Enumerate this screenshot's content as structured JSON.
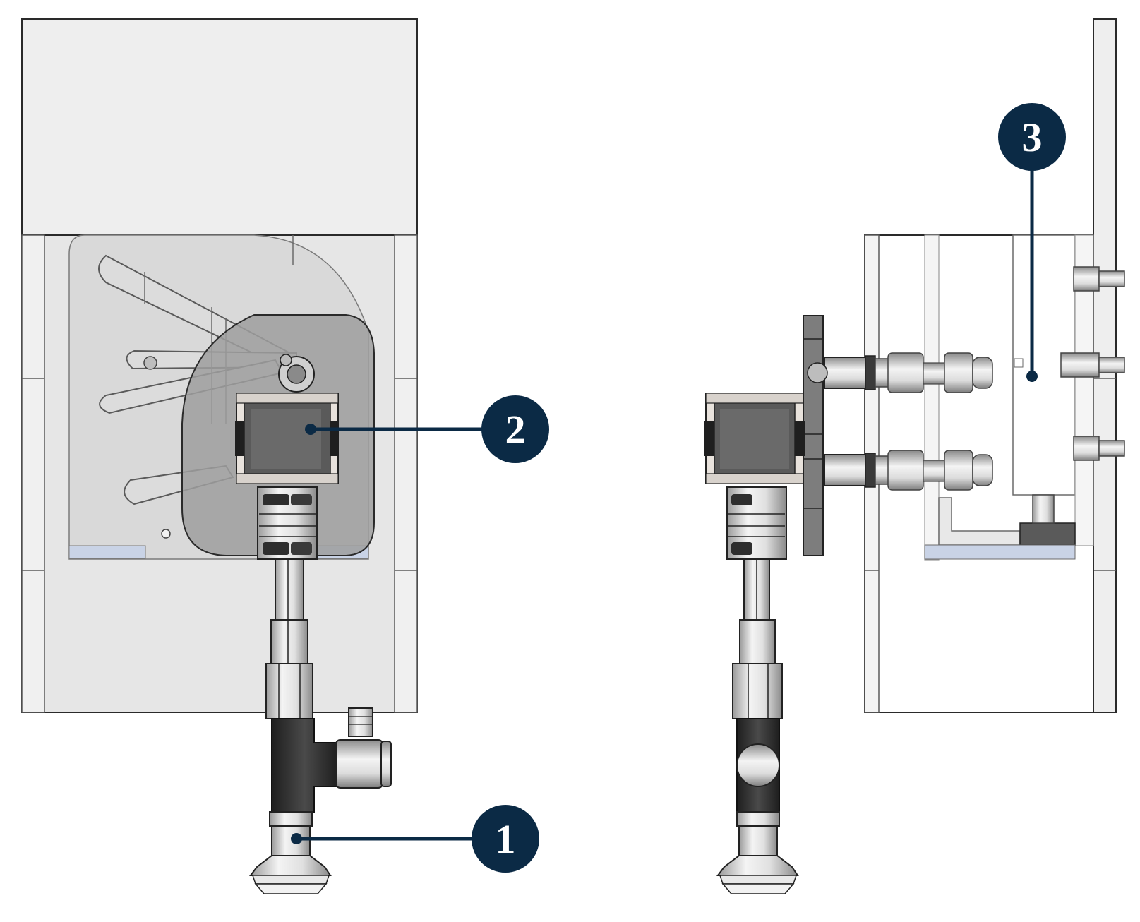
{
  "colors": {
    "callout_fill": "#0b2a45",
    "callout_text": "#ffffff",
    "outline": "#2a2a2a",
    "panel_light": "#eeeeee",
    "panel_mid": "#e3e3e3",
    "plate_grey": "#d6d6d6",
    "bracket_dark": "#9a9a9a",
    "motor_dark": "#5a5a5a",
    "tube_black": "#2f2f2f",
    "metal_light": "#cfcfcf",
    "blue_strip": "#c9d3e6"
  },
  "callouts": [
    {
      "id": "callout-1",
      "label": "1",
      "target": "suction-cup-left"
    },
    {
      "id": "callout-2",
      "label": "2",
      "target": "motor-left"
    },
    {
      "id": "callout-3",
      "label": "3",
      "target": "mount-block-right"
    }
  ]
}
